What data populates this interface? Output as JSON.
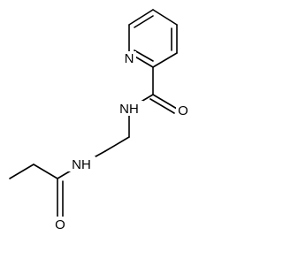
{
  "molecule": {
    "atoms": {
      "ring_n": "N",
      "amide_n": "N",
      "amide_n_h": "H",
      "carbonyl_o": "O",
      "propanamide_n": "N",
      "propanamide_n_h": "H",
      "propanamide_o": "O"
    },
    "bond_color": "#000000",
    "label_color": "#000000",
    "background": "#ffffff"
  }
}
